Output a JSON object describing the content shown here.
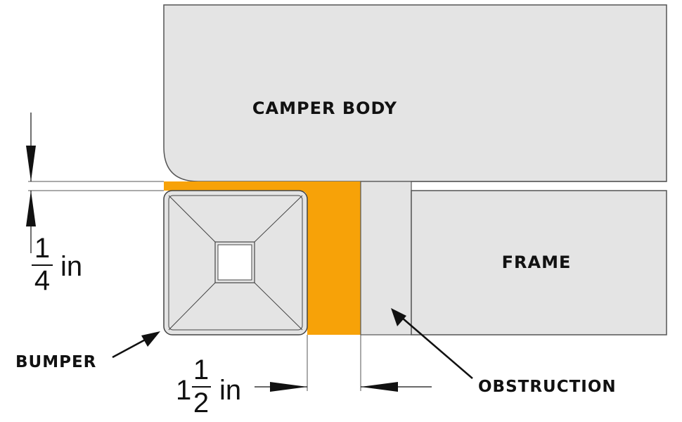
{
  "labels": {
    "camper_body": "CAMPER BODY",
    "frame": "FRAME",
    "bumper": "BUMPER",
    "obstruction": "OBSTRUCTION"
  },
  "dimensions": {
    "vertical_gap": {
      "numerator": "1",
      "denominator": "4",
      "unit": "in"
    },
    "horizontal_gap": {
      "whole": "1",
      "numerator": "1",
      "denominator": "2",
      "unit": "in"
    }
  },
  "colors": {
    "panel_fill": "#e4e4e4",
    "outline": "#444444",
    "highlight": "#f7a208",
    "text": "#111111"
  }
}
